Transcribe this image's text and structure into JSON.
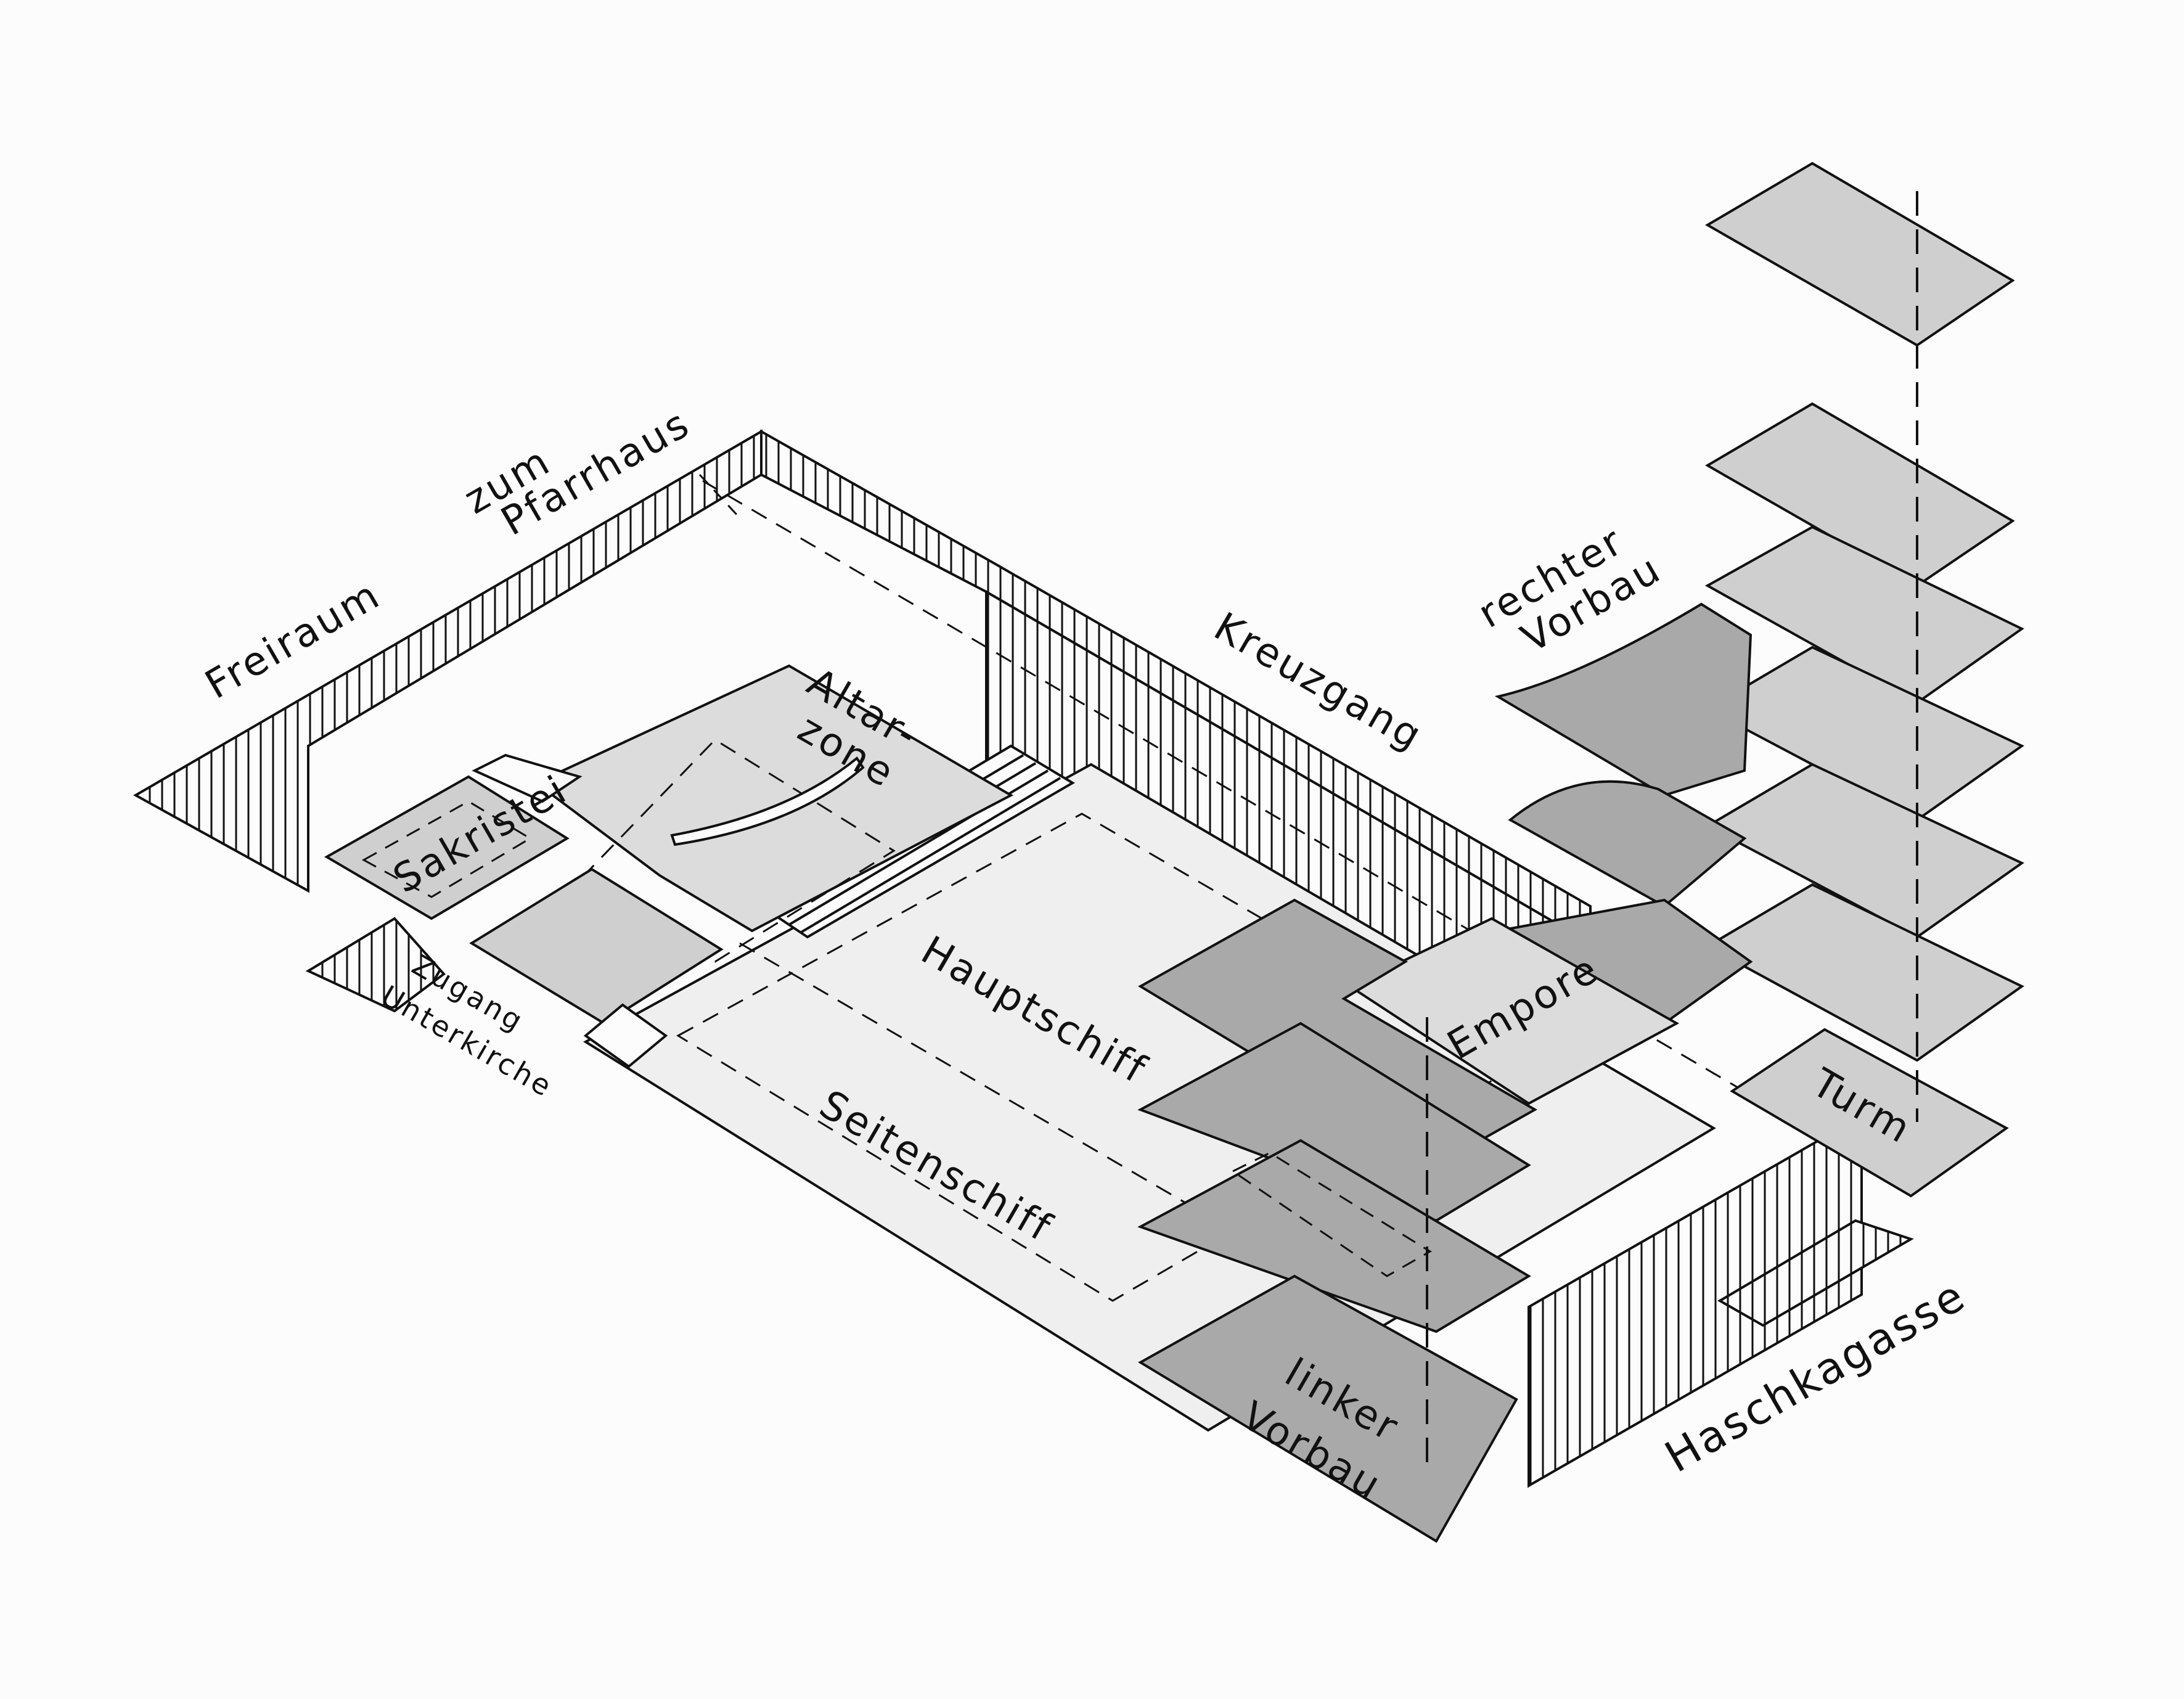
{
  "labels": {
    "freiraum": "Freiraum",
    "zum": "zum",
    "pfarrhaus": "Pfarrhaus",
    "kreuzgang": "Kreuzgang",
    "rechter": "rechter",
    "vorbau_r": "Vorbau",
    "altar1": "Altar-",
    "altar2": "zone",
    "sakristei": "Sakristei",
    "zugang": "Zugang",
    "unterkirche": "Unterkirche",
    "hauptschiff": "Hauptschiff",
    "seitenschiff": "Seitenschiff",
    "empore": "Empore",
    "turm": "Turm",
    "linker": "linker",
    "vorbau_l": "Vorbau",
    "haschkagasse": "Haschkagasse"
  },
  "colors": {
    "line": "#111111",
    "wall_hatch": "#111111",
    "floor_light": "#efefef",
    "plate_mid": "#cfcfcf",
    "plate_dark": "#a9a9a9",
    "background": "#fcfcfc"
  }
}
